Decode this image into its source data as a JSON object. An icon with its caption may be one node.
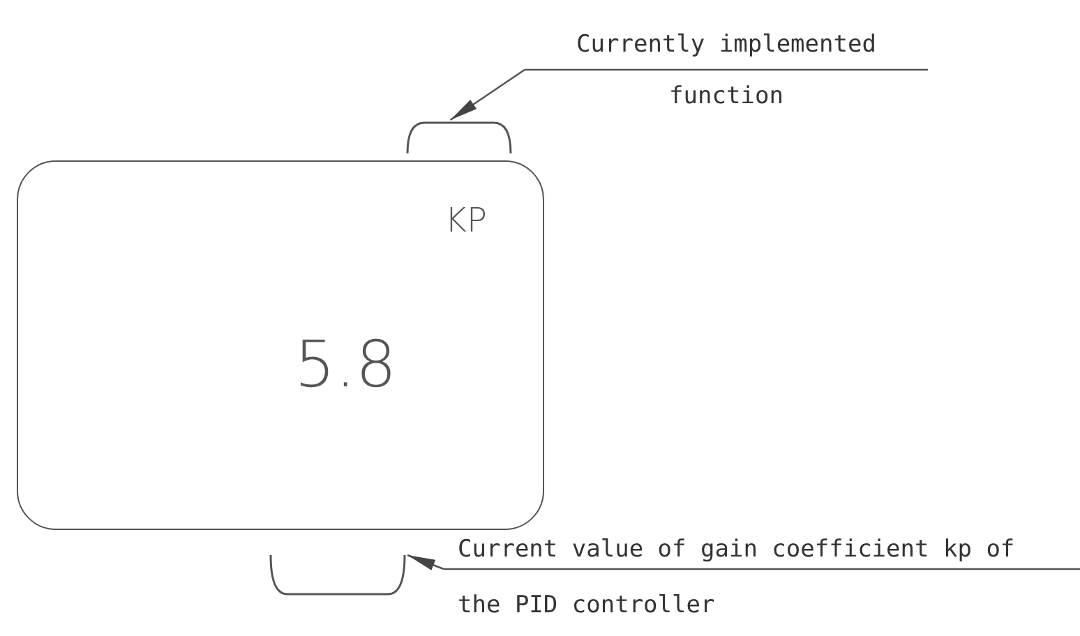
{
  "diagram": {
    "nodes": [
      {
        "text": [
          "Currently implemented function"
        ]
      },
      {
        "text": [],
        "shape": "bracket"
      },
      {
        "text": [
          "KP",
          "5.8"
        ]
      },
      {
        "text": [],
        "shape": "bracket"
      },
      {
        "text": [
          "Current value of gain coefficient kp of the PID controller"
        ]
      }
    ],
    "edges": [
      {
        "from": 0,
        "to": 1,
        "arrow": "to"
      },
      {
        "from": 4,
        "to": 3,
        "arrow": "to"
      }
    ]
  }
}
